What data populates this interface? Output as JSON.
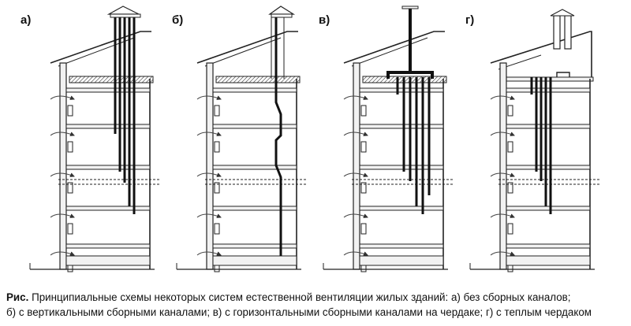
{
  "panels": [
    {
      "key": "a",
      "label": "а)"
    },
    {
      "key": "b",
      "label": "б)"
    },
    {
      "key": "v",
      "label": "в)"
    },
    {
      "key": "g",
      "label": "г)"
    }
  ],
  "caption": {
    "prefix": "Рис.",
    "line1": " Принципиальные схемы некоторых систем естественной вентиляции жилых зданий: а) без сборных каналов;",
    "line2": "б) с вертикальными сборными каналами; в) с горизонтальными сборными каналами на чердаке; г) с теплым чердаком"
  },
  "colors": {
    "line": "#222222",
    "fill": "#f2f2f2",
    "insulation": "#cfcfcf"
  }
}
